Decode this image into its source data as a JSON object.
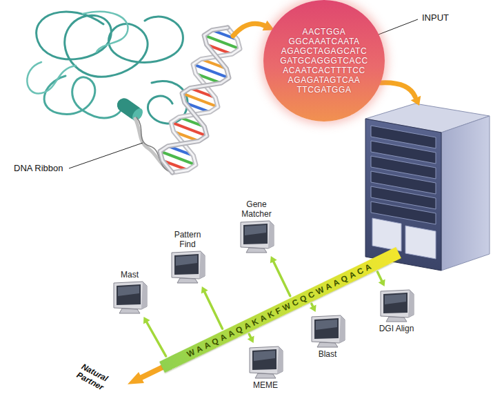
{
  "diagram": {
    "nodes": [
      {
        "text": [
          "AACTGGA",
          "GGCAAATCAATA",
          "AGAGCTAGAGCATC",
          "GATGCAGGGTCACC",
          "ACAATCACTTTTCC",
          "AGAGATAGTCAA",
          "TTCGATGGA"
        ]
      },
      {
        "text": [
          "Gene Matcher"
        ]
      },
      {
        "text": [
          "Pattern Find"
        ]
      },
      {
        "text": [
          "Mast"
        ]
      },
      {
        "text": [
          "WAAQAAQAKAKFWCQCWAAQACA"
        ]
      },
      {
        "text": [
          "DGI Align"
        ]
      },
      {
        "text": [
          "Blast"
        ]
      },
      {
        "text": [
          "MEME"
        ]
      }
    ],
    "edges": [
      {
        "from": 4,
        "to": 1,
        "arrow": "to"
      },
      {
        "from": 4,
        "to": 2,
        "arrow": "to"
      },
      {
        "from": 4,
        "to": 3,
        "arrow": "to"
      },
      {
        "from": 4,
        "to": 5,
        "arrow": "to"
      },
      {
        "from": 4,
        "to": 6,
        "arrow": "to"
      },
      {
        "from": 4,
        "to": 7,
        "arrow": "to"
      }
    ],
    "labels": [
      "INPUT",
      "DNA Ribbon",
      "Natural Partner"
    ]
  }
}
